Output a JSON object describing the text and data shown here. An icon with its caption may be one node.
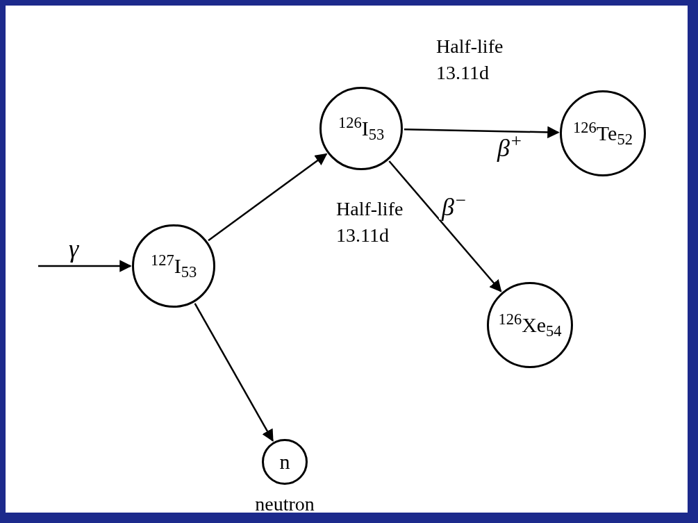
{
  "diagram": {
    "nodes": [
      {
        "text": [
          "$^{127}$I$_{53}$"
        ]
      },
      {
        "text": [
          "$^{126}$I$_{53}$"
        ]
      },
      {
        "text": [
          "$^{126}$Te$_{52}$"
        ]
      },
      {
        "text": [
          "$^{126}$Xe$_{54}$"
        ]
      },
      {
        "text": [
          "n"
        ],
        "beside": [
          "neutron"
        ]
      }
    ],
    "edges": [
      {
        "from": null,
        "to": 0,
        "arrow": "to",
        "label": "γ"
      },
      {
        "from": 0,
        "to": 1,
        "arrow": "to"
      },
      {
        "from": 1,
        "to": 2,
        "arrow": "to",
        "label": "β$^{+}$"
      },
      {
        "from": 1,
        "to": 3,
        "arrow": "to",
        "label": "β$^{−}$"
      },
      {
        "from": 0,
        "to": 4,
        "arrow": "to"
      }
    ],
    "labels": [
      "Half-life 13.11d",
      "Half-life 13.11d"
    ]
  }
}
